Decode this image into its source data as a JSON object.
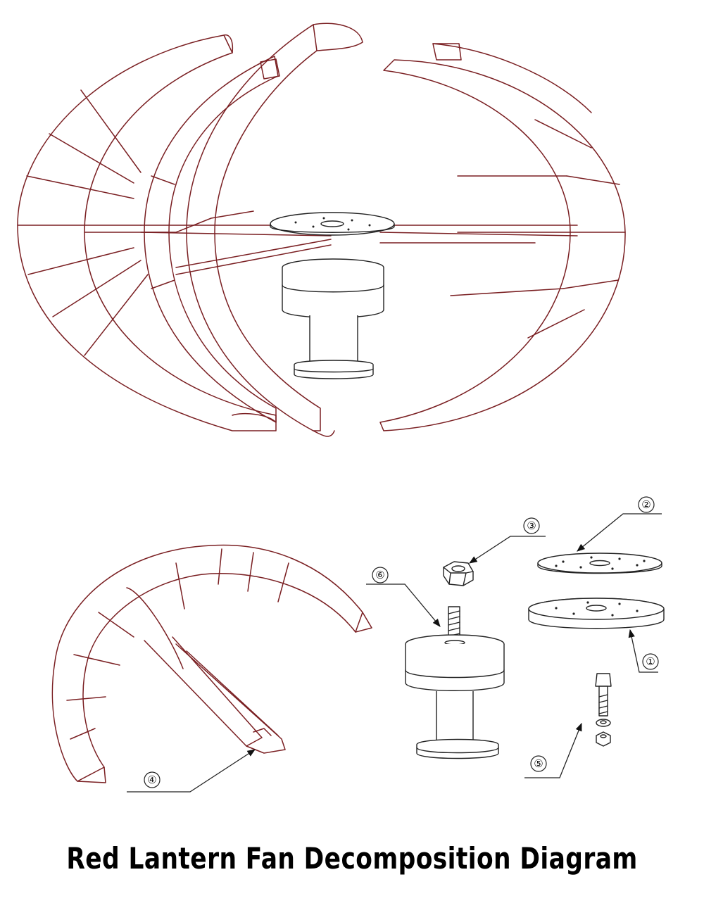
{
  "caption": "Red Lantern Fan Decomposition Diagram",
  "colors": {
    "line_assembly": "#7a1f22",
    "line_parts": "#222222",
    "background": "#ffffff"
  },
  "callouts": [
    {
      "id": "c1",
      "label": "①"
    },
    {
      "id": "c2",
      "label": "②"
    },
    {
      "id": "c3",
      "label": "③"
    },
    {
      "id": "c4",
      "label": "④"
    },
    {
      "id": "c5",
      "label": "⑤"
    },
    {
      "id": "c6",
      "label": "⑥"
    }
  ]
}
